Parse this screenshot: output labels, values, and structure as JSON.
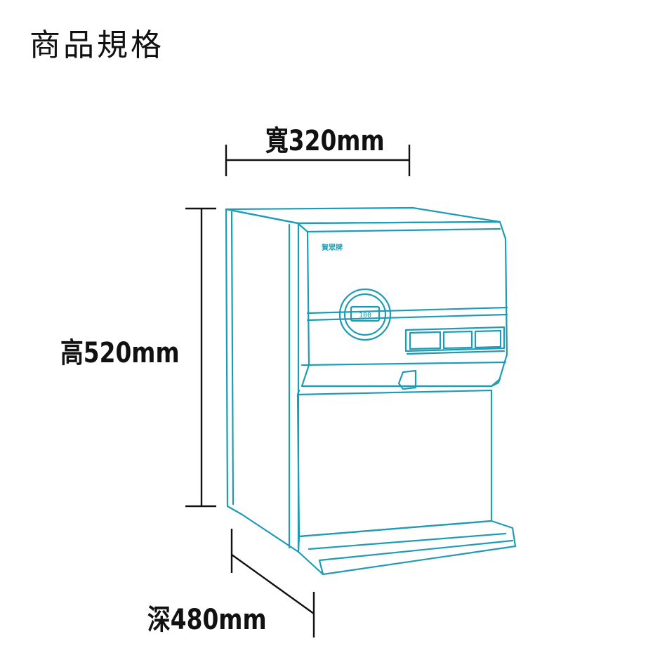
{
  "title": "商品規格",
  "dimensions": {
    "width": "寬320mm",
    "height": "高520mm",
    "depth": "深480mm"
  },
  "product": {
    "brand_logo": "賀眾牌",
    "display_value": "100"
  },
  "colors": {
    "outline": "#1f9cb5",
    "dimension_lines": "#111111",
    "text": "#111111"
  }
}
